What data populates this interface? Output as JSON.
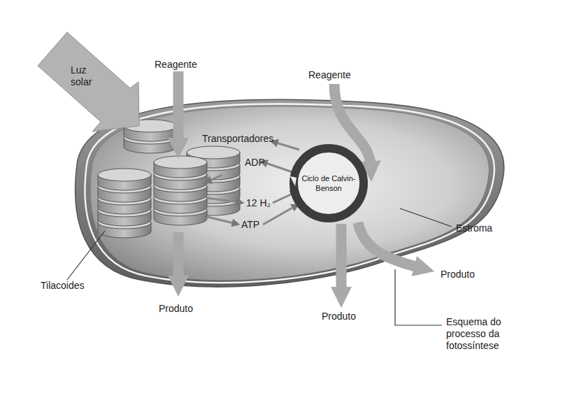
{
  "diagram": {
    "nodes": [
      {
        "text": [
          "Ciclo de Calvin-Benson"
        ]
      }
    ],
    "labels": [
      "Luz solar",
      "Reagente",
      "Transportadores",
      "ADP",
      "12 H₂",
      "ATP",
      "Reagente",
      "Estroma",
      "Tilacoides",
      "Produto",
      "Produto",
      "Produto",
      "Esquema do processo da fotossíntese"
    ]
  }
}
